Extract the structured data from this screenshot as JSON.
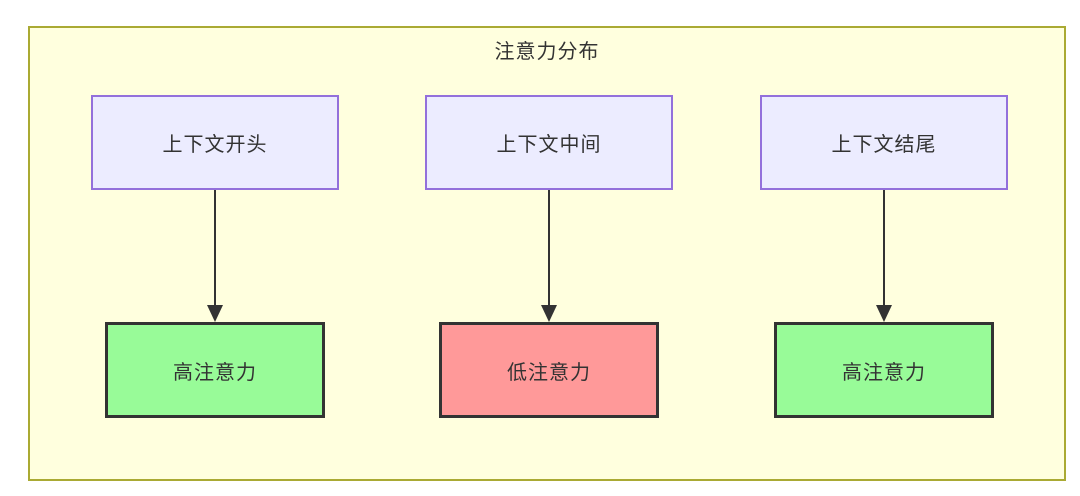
{
  "diagram": {
    "title": "注意力分布",
    "nodes": {
      "top": [
        {
          "label": "上下文开头"
        },
        {
          "label": "上下文中间"
        },
        {
          "label": "上下文结尾"
        }
      ],
      "bottom": [
        {
          "label": "高注意力",
          "level": "high"
        },
        {
          "label": "低注意力",
          "level": "low"
        },
        {
          "label": "高注意力",
          "level": "high"
        }
      ]
    },
    "edges": [
      {
        "from": "上下文开头",
        "to": "高注意力"
      },
      {
        "from": "上下文中间",
        "to": "低注意力"
      },
      {
        "from": "上下文结尾",
        "to": "高注意力"
      }
    ],
    "colors": {
      "container_fill": "#ffffde",
      "container_border": "#aaaa33",
      "source_fill": "#ececff",
      "source_border": "#9370db",
      "high_fill": "#98fb98",
      "low_fill": "#ff9999",
      "result_border": "#333333",
      "arrow": "#333333",
      "text": "#333333"
    }
  }
}
